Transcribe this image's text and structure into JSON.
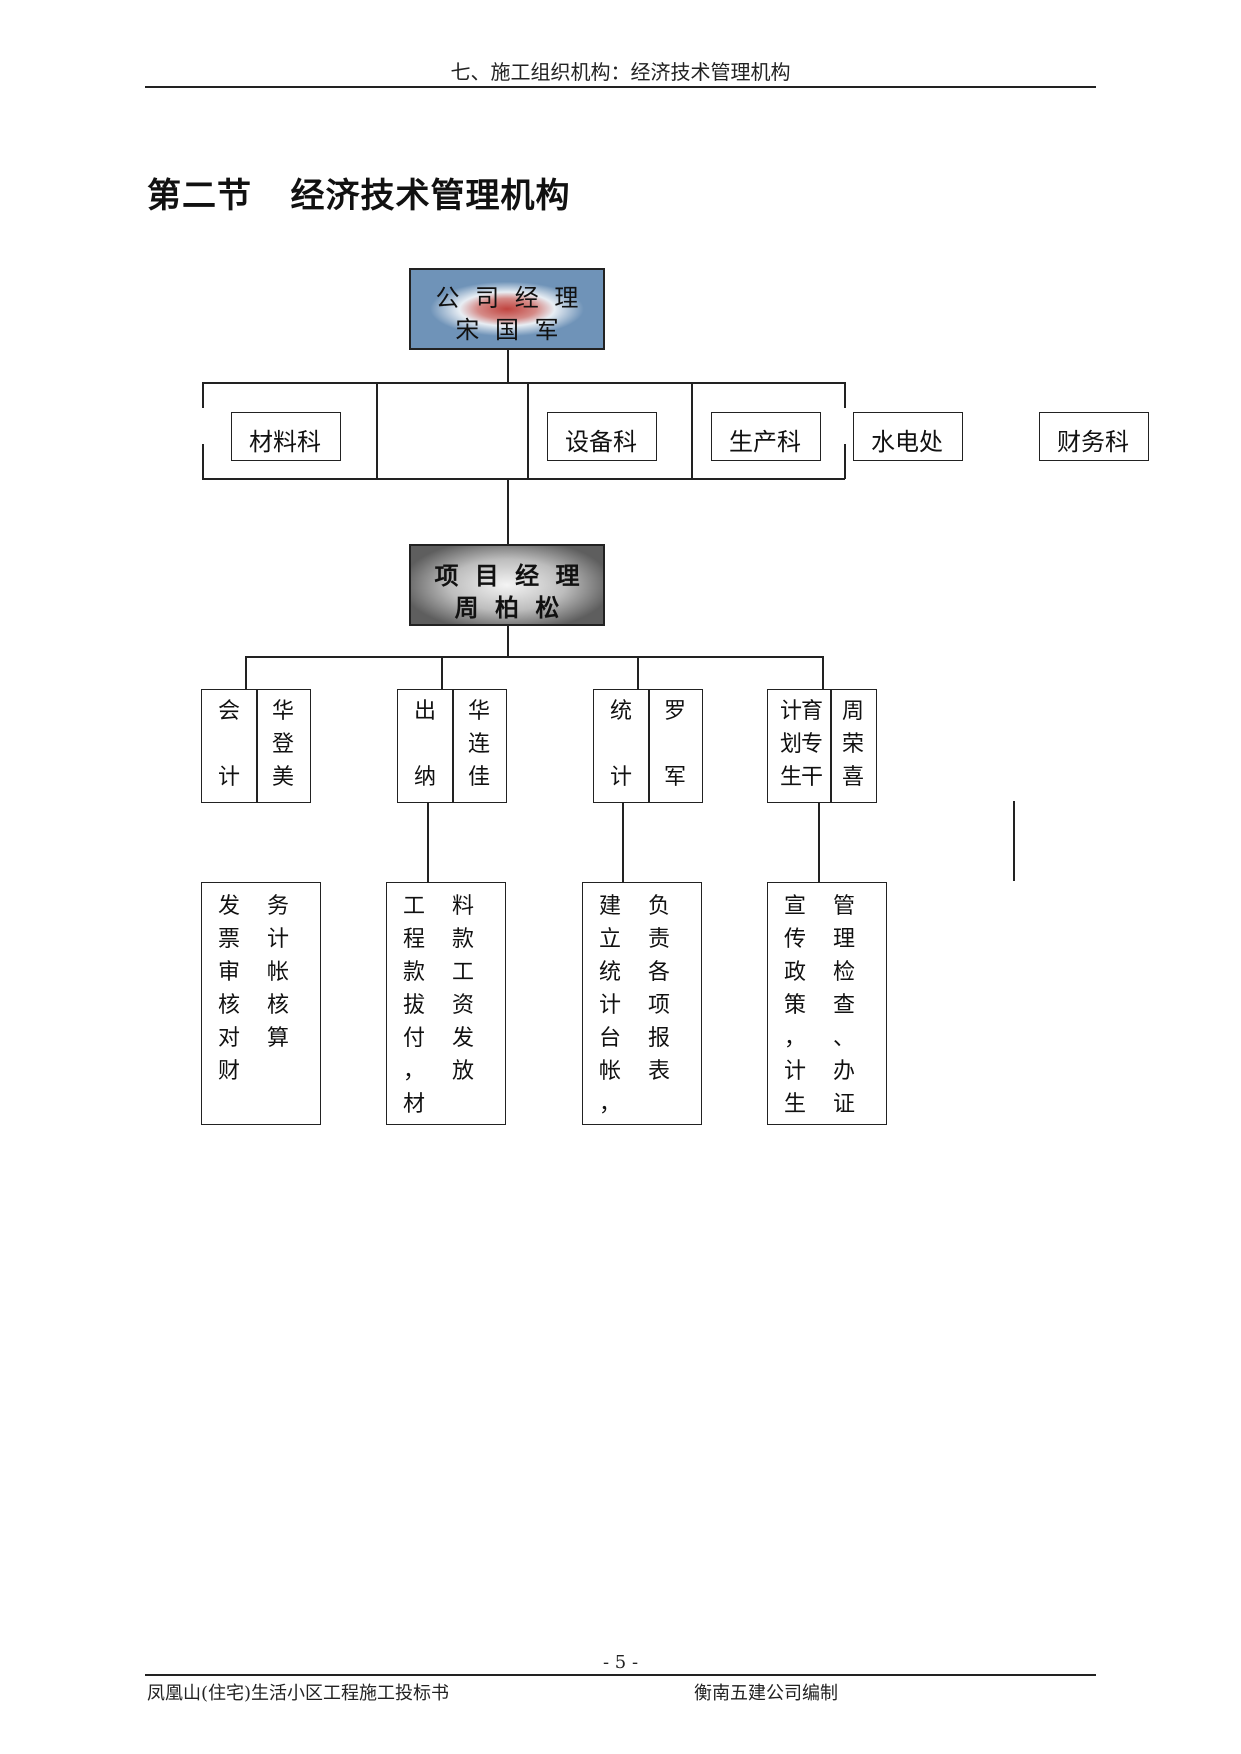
{
  "header": {
    "title": "七、施工组织机构：经济技术管理机构"
  },
  "section_title": "第二节   经济技术管理机构",
  "company_manager": {
    "role": "公 司 经 理",
    "name": "宋 国 军"
  },
  "project_manager": {
    "role": "项 目 经 理",
    "name": "周 柏 松"
  },
  "departments": [
    "材料科",
    "设备科",
    "生产科",
    "水电处",
    "财务科"
  ],
  "staff": [
    {
      "role": [
        "会",
        "",
        "计"
      ],
      "name": [
        "华",
        "登",
        "美"
      ]
    },
    {
      "role": [
        "出",
        "",
        "纳"
      ],
      "name": [
        "华",
        "连",
        "佳"
      ]
    },
    {
      "role": [
        "统",
        "",
        "计"
      ],
      "name": [
        "罗",
        "",
        "军"
      ]
    },
    {
      "role": [
        "计育",
        "划专",
        "生干"
      ],
      "name": [
        "周",
        "荣",
        "喜"
      ]
    }
  ],
  "duties": [
    {
      "col1": [
        "发",
        "票",
        "审",
        "核",
        "对",
        "财"
      ],
      "col2": [
        "务",
        "计",
        "帐",
        "核",
        "算",
        ""
      ]
    },
    {
      "col1": [
        "工",
        "程",
        "款",
        "拔",
        "付",
        "，",
        "材"
      ],
      "col2": [
        "料",
        "款",
        "工",
        "资",
        "发",
        "放",
        ""
      ]
    },
    {
      "col1": [
        "建",
        "立",
        "统",
        "计",
        "台",
        "帐",
        "，"
      ],
      "col2": [
        "负",
        "责",
        "各",
        "项",
        "报",
        "表",
        ""
      ]
    },
    {
      "col1": [
        "宣",
        "传",
        "政",
        "策",
        "，",
        "计",
        "生"
      ],
      "col2": [
        "管",
        "理",
        "检",
        "查",
        "、",
        "办",
        "证"
      ]
    }
  ],
  "footer": {
    "page": "- 5 -",
    "left": "凤凰山(住宅)生活小区工程施工投标书",
    "right": "衡南五建公司编制"
  }
}
